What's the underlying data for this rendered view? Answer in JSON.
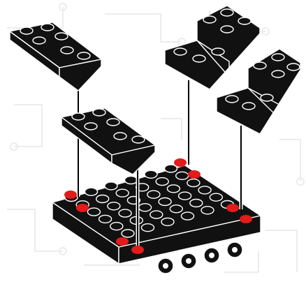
{
  "diagram": {
    "kind": "brick-assembly-instruction-step",
    "colors": {
      "background": "#ffffff",
      "watermark": "#ececec",
      "brick": "#111111",
      "brick_edge": "#ffffff",
      "stud_hole": "#2a2a2a",
      "marker": "#e31b1b",
      "guide_line": "#000000",
      "guide_line_outline": "#ffffff"
    },
    "parts": [
      {
        "name": "inverted-slope-piece-upper-left",
        "type": "inverted slope plate",
        "color": "black"
      },
      {
        "name": "inverted-slope-piece-middle-left",
        "type": "inverted slope plate",
        "color": "black"
      },
      {
        "name": "stepped-slope-piece-upper-right",
        "type": "inverted stepped slope",
        "color": "black"
      },
      {
        "name": "stepped-slope-piece-right",
        "type": "inverted stepped slope",
        "color": "black"
      },
      {
        "name": "base-plate",
        "type": "studded base plate",
        "color": "black"
      }
    ],
    "attachment_markers": 8,
    "guide_lines": 4
  }
}
